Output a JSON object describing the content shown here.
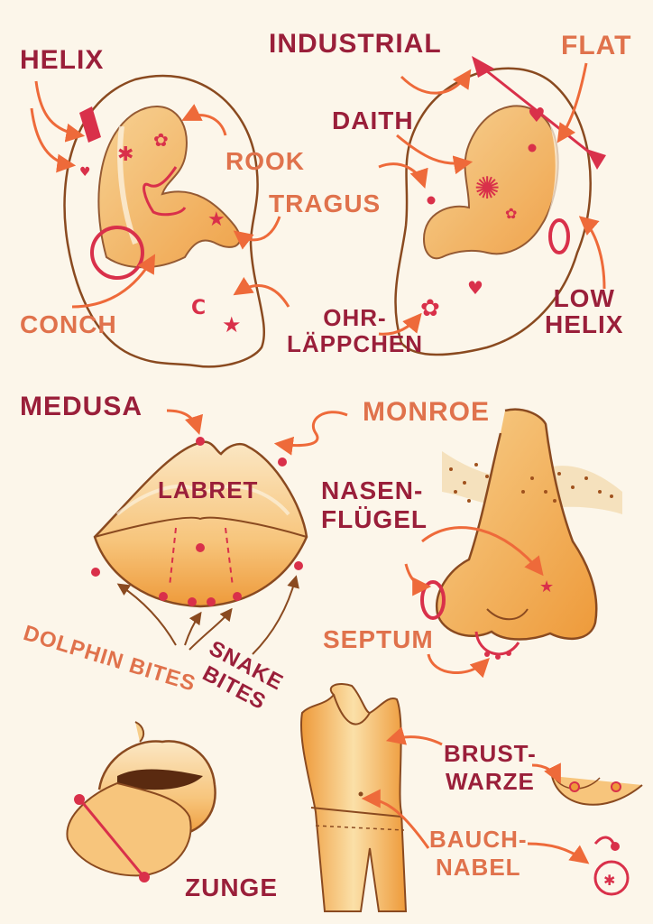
{
  "colors": {
    "background": "#fcf6ea",
    "label_dark": "#9a1f3a",
    "label_light": "#e0724c",
    "outline": "#8a4a20",
    "skin_fill": "#f7ce8a",
    "shade": "#ee9a3a",
    "jewelry": "#d9304a",
    "arrow": "#ee6a3a"
  },
  "labels": {
    "helix": "HELIX",
    "industrial": "INDUSTRIAL",
    "flat": "FLAT",
    "daith": "DAITH",
    "rook": "ROOK",
    "tragus": "TRAGUS",
    "conch": "CONCH",
    "ohrlaeppchen": [
      "OHR-",
      "LÄPPCHEN"
    ],
    "low_helix": [
      "LOW",
      "HELIX"
    ],
    "medusa": "MEDUSA",
    "monroe": "MONROE",
    "labret": "LABRET",
    "nasenfluegel": [
      "NASEN-",
      "FLÜGEL"
    ],
    "dolphin_bites": "DOLPHIN BITES",
    "snake_bites": [
      "SNAKE",
      "BITES"
    ],
    "septum": "SEPTUM",
    "brustwarze": [
      "BRUST-",
      "WARZE"
    ],
    "bauchnabel": [
      "BAUCH-",
      "NABEL"
    ],
    "zunge": "ZUNGE"
  }
}
